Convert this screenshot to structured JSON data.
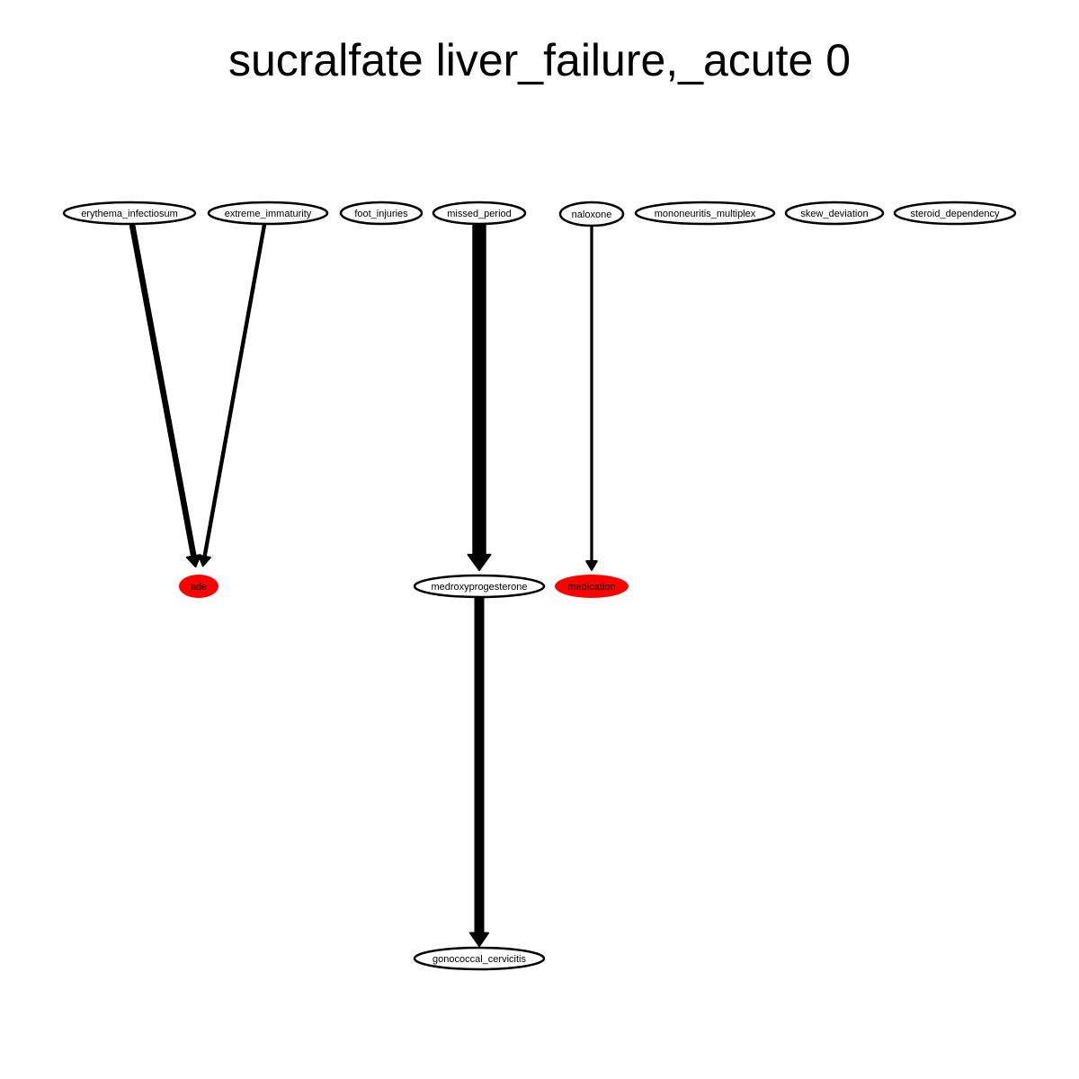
{
  "title": "sucralfate liver_failure,_acute 0",
  "colors": {
    "highlight": "#ff0000",
    "node_fill": "#ffffff",
    "stroke": "#000000"
  },
  "nodes": [
    {
      "id": "erythema_infectiosum",
      "label": "erythema_infectiosum",
      "highlight": false
    },
    {
      "id": "extreme_immaturity",
      "label": "extreme_immaturity",
      "highlight": false
    },
    {
      "id": "foot_injuries",
      "label": "foot_injuries",
      "highlight": false
    },
    {
      "id": "missed_period",
      "label": "missed_period",
      "highlight": false
    },
    {
      "id": "naloxone",
      "label": "naloxone",
      "highlight": false
    },
    {
      "id": "mononeuritis_multiplex",
      "label": "mononeuritis_multiplex",
      "highlight": false
    },
    {
      "id": "skew_deviation",
      "label": "skew_deviation",
      "highlight": false
    },
    {
      "id": "steroid_dependency",
      "label": "steroid_dependency",
      "highlight": false
    },
    {
      "id": "ade",
      "label": "ade",
      "highlight": true
    },
    {
      "id": "medroxyprogesterone",
      "label": "medroxyprogesterone",
      "highlight": false
    },
    {
      "id": "medication",
      "label": "medication",
      "highlight": true
    },
    {
      "id": "gonococcal_cervicitis",
      "label": "gonococcal_cervicitis",
      "highlight": false
    }
  ],
  "edges": [
    {
      "from": "erythema_infectiosum",
      "to": "ade",
      "weight": 3
    },
    {
      "from": "extreme_immaturity",
      "to": "ade",
      "weight": 2
    },
    {
      "from": "missed_period",
      "to": "medroxyprogesterone",
      "weight": 7
    },
    {
      "from": "naloxone",
      "to": "medication",
      "weight": 1.5
    },
    {
      "from": "medroxyprogesterone",
      "to": "gonococcal_cervicitis",
      "weight": 5
    }
  ]
}
